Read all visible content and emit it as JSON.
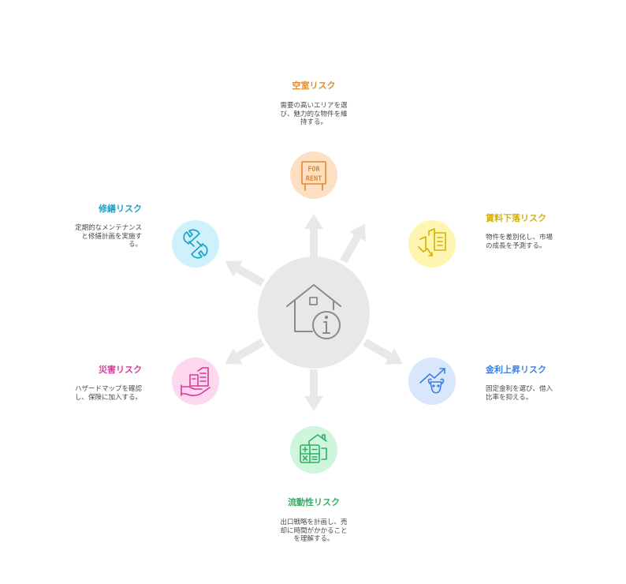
{
  "center": {
    "icon": "house-info-icon"
  },
  "risks": [
    {
      "id": "vacancy",
      "title": "空室リスク",
      "description": "需要の高いエリアを選\nび、魅力的な物件を維\n持する。",
      "color": "#E08A2E",
      "bg": "#FDDFC4",
      "icon": "for-rent-sign-icon"
    },
    {
      "id": "rent-decline",
      "title": "賃料下落リスク",
      "description": "物件を差別化し、市場\nの成長を予測する。",
      "color": "#D4B106",
      "bg": "#FEF6B0",
      "icon": "building-decline-icon"
    },
    {
      "id": "interest-rise",
      "title": "金利上昇リスク",
      "description": "固定金利を選び、借入\n比率を抑える。",
      "color": "#3D7FE0",
      "bg": "#D9E7FC",
      "icon": "bull-market-icon"
    },
    {
      "id": "liquidity",
      "title": "流動性リスク",
      "description": "出口戦略を計画し、売\n却に時間がかかること\nを理解する。",
      "color": "#2EB062",
      "bg": "#CFF5DC",
      "icon": "house-calculator-icon"
    },
    {
      "id": "disaster",
      "title": "災害リスク",
      "description": "ハザードマップを確認\nし、保険に加入する。",
      "color": "#D8389A",
      "bg": "#FDD7EE",
      "icon": "hand-buildings-icon"
    },
    {
      "id": "repair",
      "title": "修繕リスク",
      "description": "定期的なメンテナンス\nと修繕計画を実施す\nる。",
      "color": "#1AA3C8",
      "bg": "#CFF1FB",
      "icon": "wrench-icon"
    }
  ]
}
